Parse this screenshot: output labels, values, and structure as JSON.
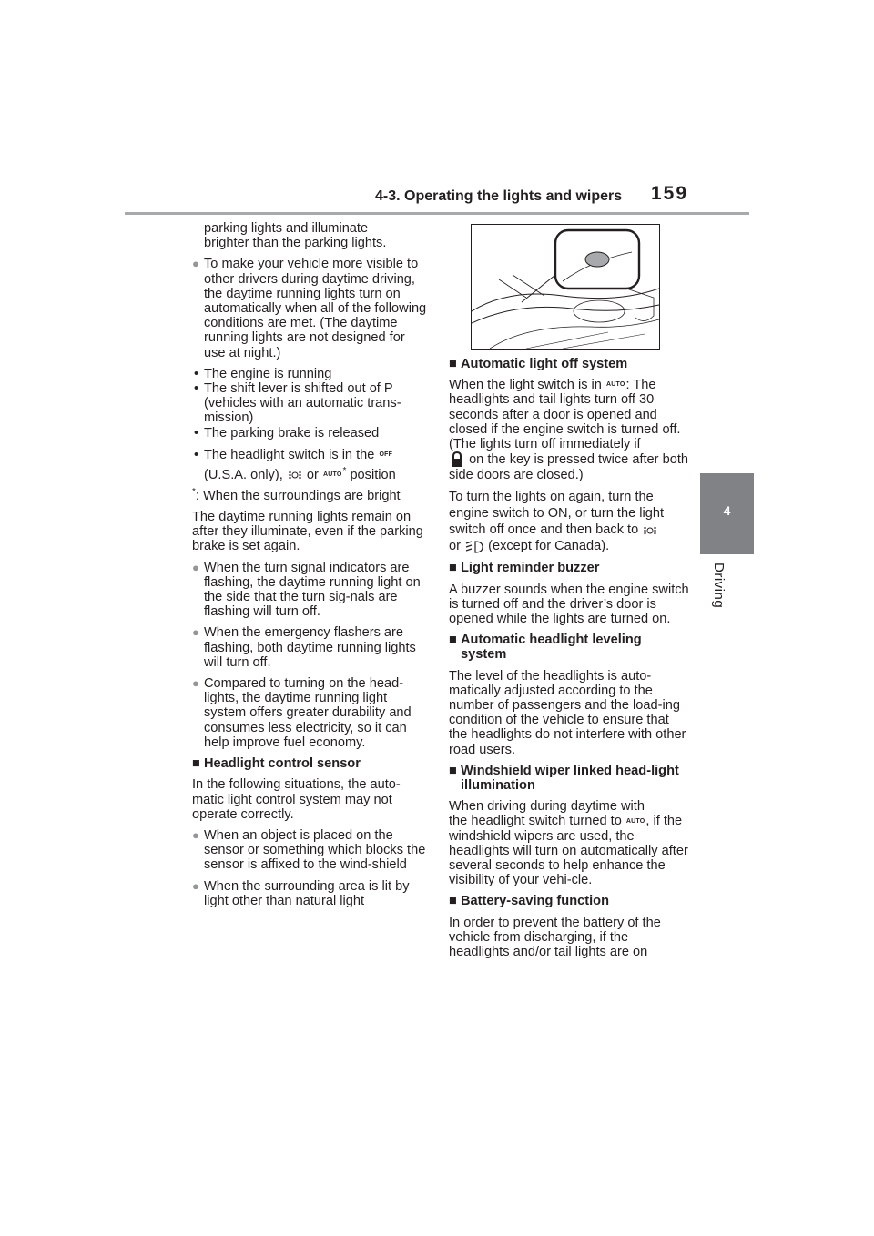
{
  "header": {
    "section_title": "4-3. Operating the lights and wipers",
    "page_number": "159",
    "side_tab_number": "4",
    "side_label": "Driving"
  },
  "icons": {
    "off_label": "OFF",
    "auto_label": "AUTO",
    "drl_icon": "daytime-running-light-icon",
    "headlight_icon": "low-beam-headlight-icon",
    "lock_icon": "lock-icon"
  },
  "left": {
    "cont_1": "parking lights and illuminate",
    "cont_2": "brighter than the parking lights.",
    "b1": "To make your vehicle more visible to other drivers during daytime driving, the daytime running lights turn on automatically when all of the following conditions are met. (The daytime running lights are not designed for use at night.)",
    "d1": "The engine is running",
    "d2": "The shift lever is shifted out of P (vehicles with an automatic trans-mission)",
    "d3": "The parking brake is released",
    "d4_pre": "The headlight switch is in the",
    "d4_mid1": "(U.S.A. only),",
    "d4_mid2": "or",
    "d4_post": "position",
    "footnote_mark": "*",
    "footnote": ": When the surroundings are bright",
    "p1": "The daytime running lights remain on after they illuminate, even if the parking brake is set again.",
    "b2": "When the turn signal indicators are flashing, the daytime running light on the side that the turn sig-nals are flashing will turn off.",
    "b3": "When the emergency flashers are flashing, both daytime running lights will turn off.",
    "b4": "Compared to turning on the head-lights, the daytime running light system offers greater durability and consumes less electricity, so it can help improve fuel economy.",
    "h1": "Headlight control sensor",
    "p2": "In the following situations, the auto-matic light control system may not operate correctly.",
    "b5": "When an object is placed on the sensor or something which blocks the sensor is affixed to the wind-shield",
    "b6": "When the surrounding area is lit by light other than natural light"
  },
  "right": {
    "h1": "Automatic light off system",
    "p1_pre": "When the light switch is in",
    "p1_post": ": The headlights and tail lights turn off 30 seconds after a door is opened and closed if the engine switch is turned off. (The lights turn off immediately if",
    "p1_end": "on the key is pressed twice after both side doors are closed.)",
    "p2_a": "To turn the lights on again, turn the engine switch to ON, or turn the light",
    "p2_b": "switch off once and then back to",
    "p2_c": "or",
    "p2_d": "(except for Canada).",
    "h2": "Light reminder buzzer",
    "p3": "A buzzer sounds when the engine switch is turned off and the driver’s door is opened while the lights are turned on.",
    "h3": "Automatic headlight leveling system",
    "p4": "The level of the headlights is auto-matically adjusted according to the number of passengers and the load-ing condition of the vehicle to ensure that the headlights do not interfere with other road users.",
    "h4": "Windshield wiper linked head-light illumination",
    "p5_a": "When driving during daytime with",
    "p5_b": "the headlight switch turned to",
    "p5_c": ", if the windshield wipers are used, the headlights will turn on automatically after several seconds to help enhance the visibility of your vehi-cle.",
    "h5": "Battery-saving function",
    "p6": "In order to prevent the battery of the vehicle from discharging, if the headlights and/or tail lights are on"
  },
  "marks": {
    "bullet": "●",
    "dash": "•",
    "square": "■"
  }
}
